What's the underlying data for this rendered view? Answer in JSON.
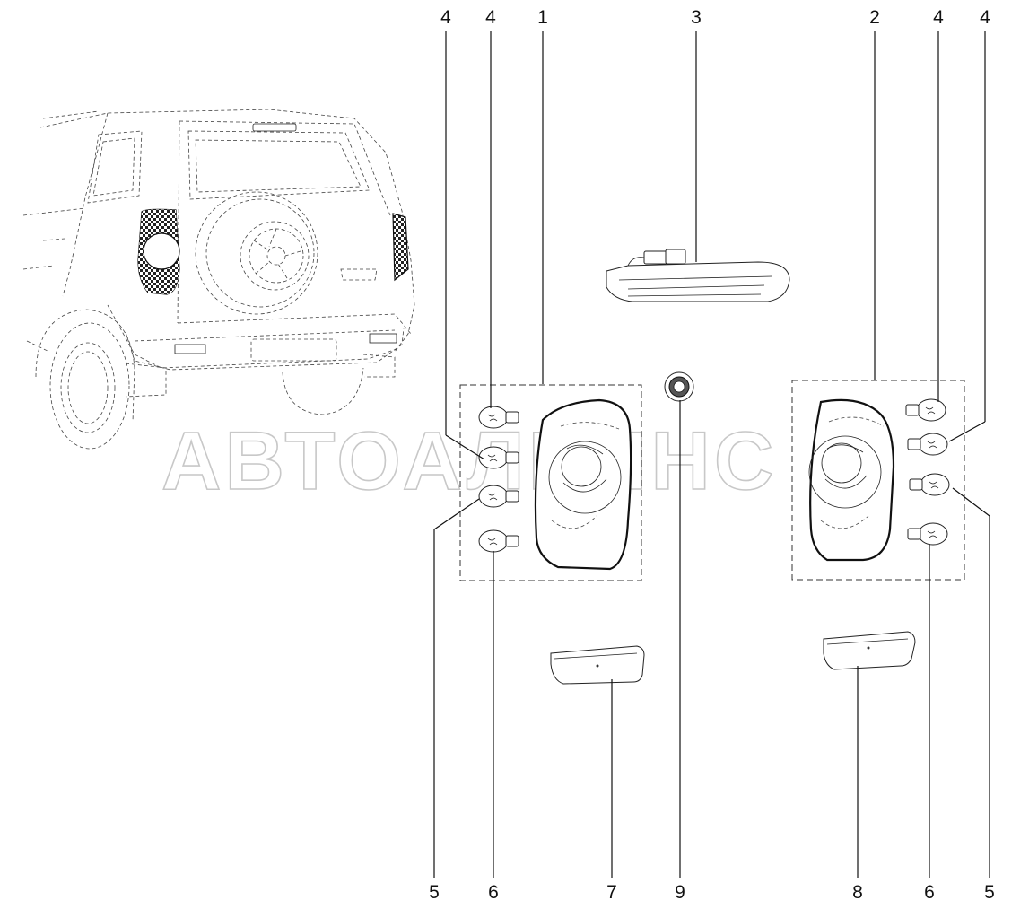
{
  "watermark": "АВТОАЛЬЯНС",
  "callouts": {
    "top": [
      {
        "id": "c-top-4a",
        "label": "4"
      },
      {
        "id": "c-top-4b",
        "label": "4"
      },
      {
        "id": "c-top-1",
        "label": "1"
      },
      {
        "id": "c-top-3",
        "label": "3"
      },
      {
        "id": "c-top-2",
        "label": "2"
      },
      {
        "id": "c-top-4c",
        "label": "4"
      },
      {
        "id": "c-top-4d",
        "label": "4"
      }
    ],
    "bottom": [
      {
        "id": "c-bot-5a",
        "label": "5"
      },
      {
        "id": "c-bot-6a",
        "label": "6"
      },
      {
        "id": "c-bot-7",
        "label": "7"
      },
      {
        "id": "c-bot-9",
        "label": "9"
      },
      {
        "id": "c-bot-8",
        "label": "8"
      },
      {
        "id": "c-bot-6b",
        "label": "6"
      },
      {
        "id": "c-bot-5b",
        "label": "5"
      }
    ]
  }
}
